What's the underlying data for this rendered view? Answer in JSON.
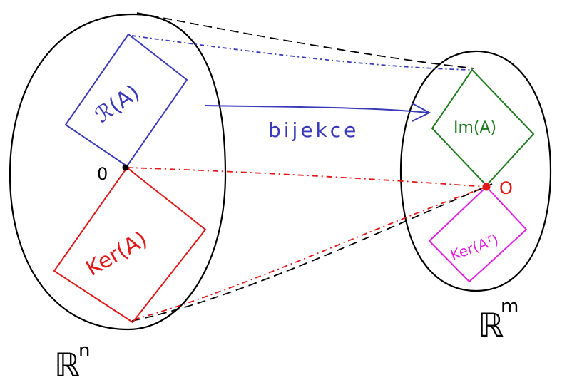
{
  "colors": {
    "outline": "#000000",
    "row_space": "#3a3ab8",
    "kernel": "#e01818",
    "image": "#1f7a1f",
    "left_kernel": "#e020e0",
    "background": "#ffffff"
  },
  "left_space": {
    "label": "ℝⁿ",
    "label_base": "ℝ",
    "label_exp": "n",
    "zero_label": "0",
    "row_space_label": "ℛ(A)",
    "kernel_label": "Ker(A)"
  },
  "right_space": {
    "label": "ℝᵐ",
    "label_base": "ℝ",
    "label_exp": "m",
    "zero_label": "O",
    "image_label": "Im(A)",
    "left_kernel_label": "Ker(Aᵀ)"
  },
  "arrow_label": "bijekce"
}
